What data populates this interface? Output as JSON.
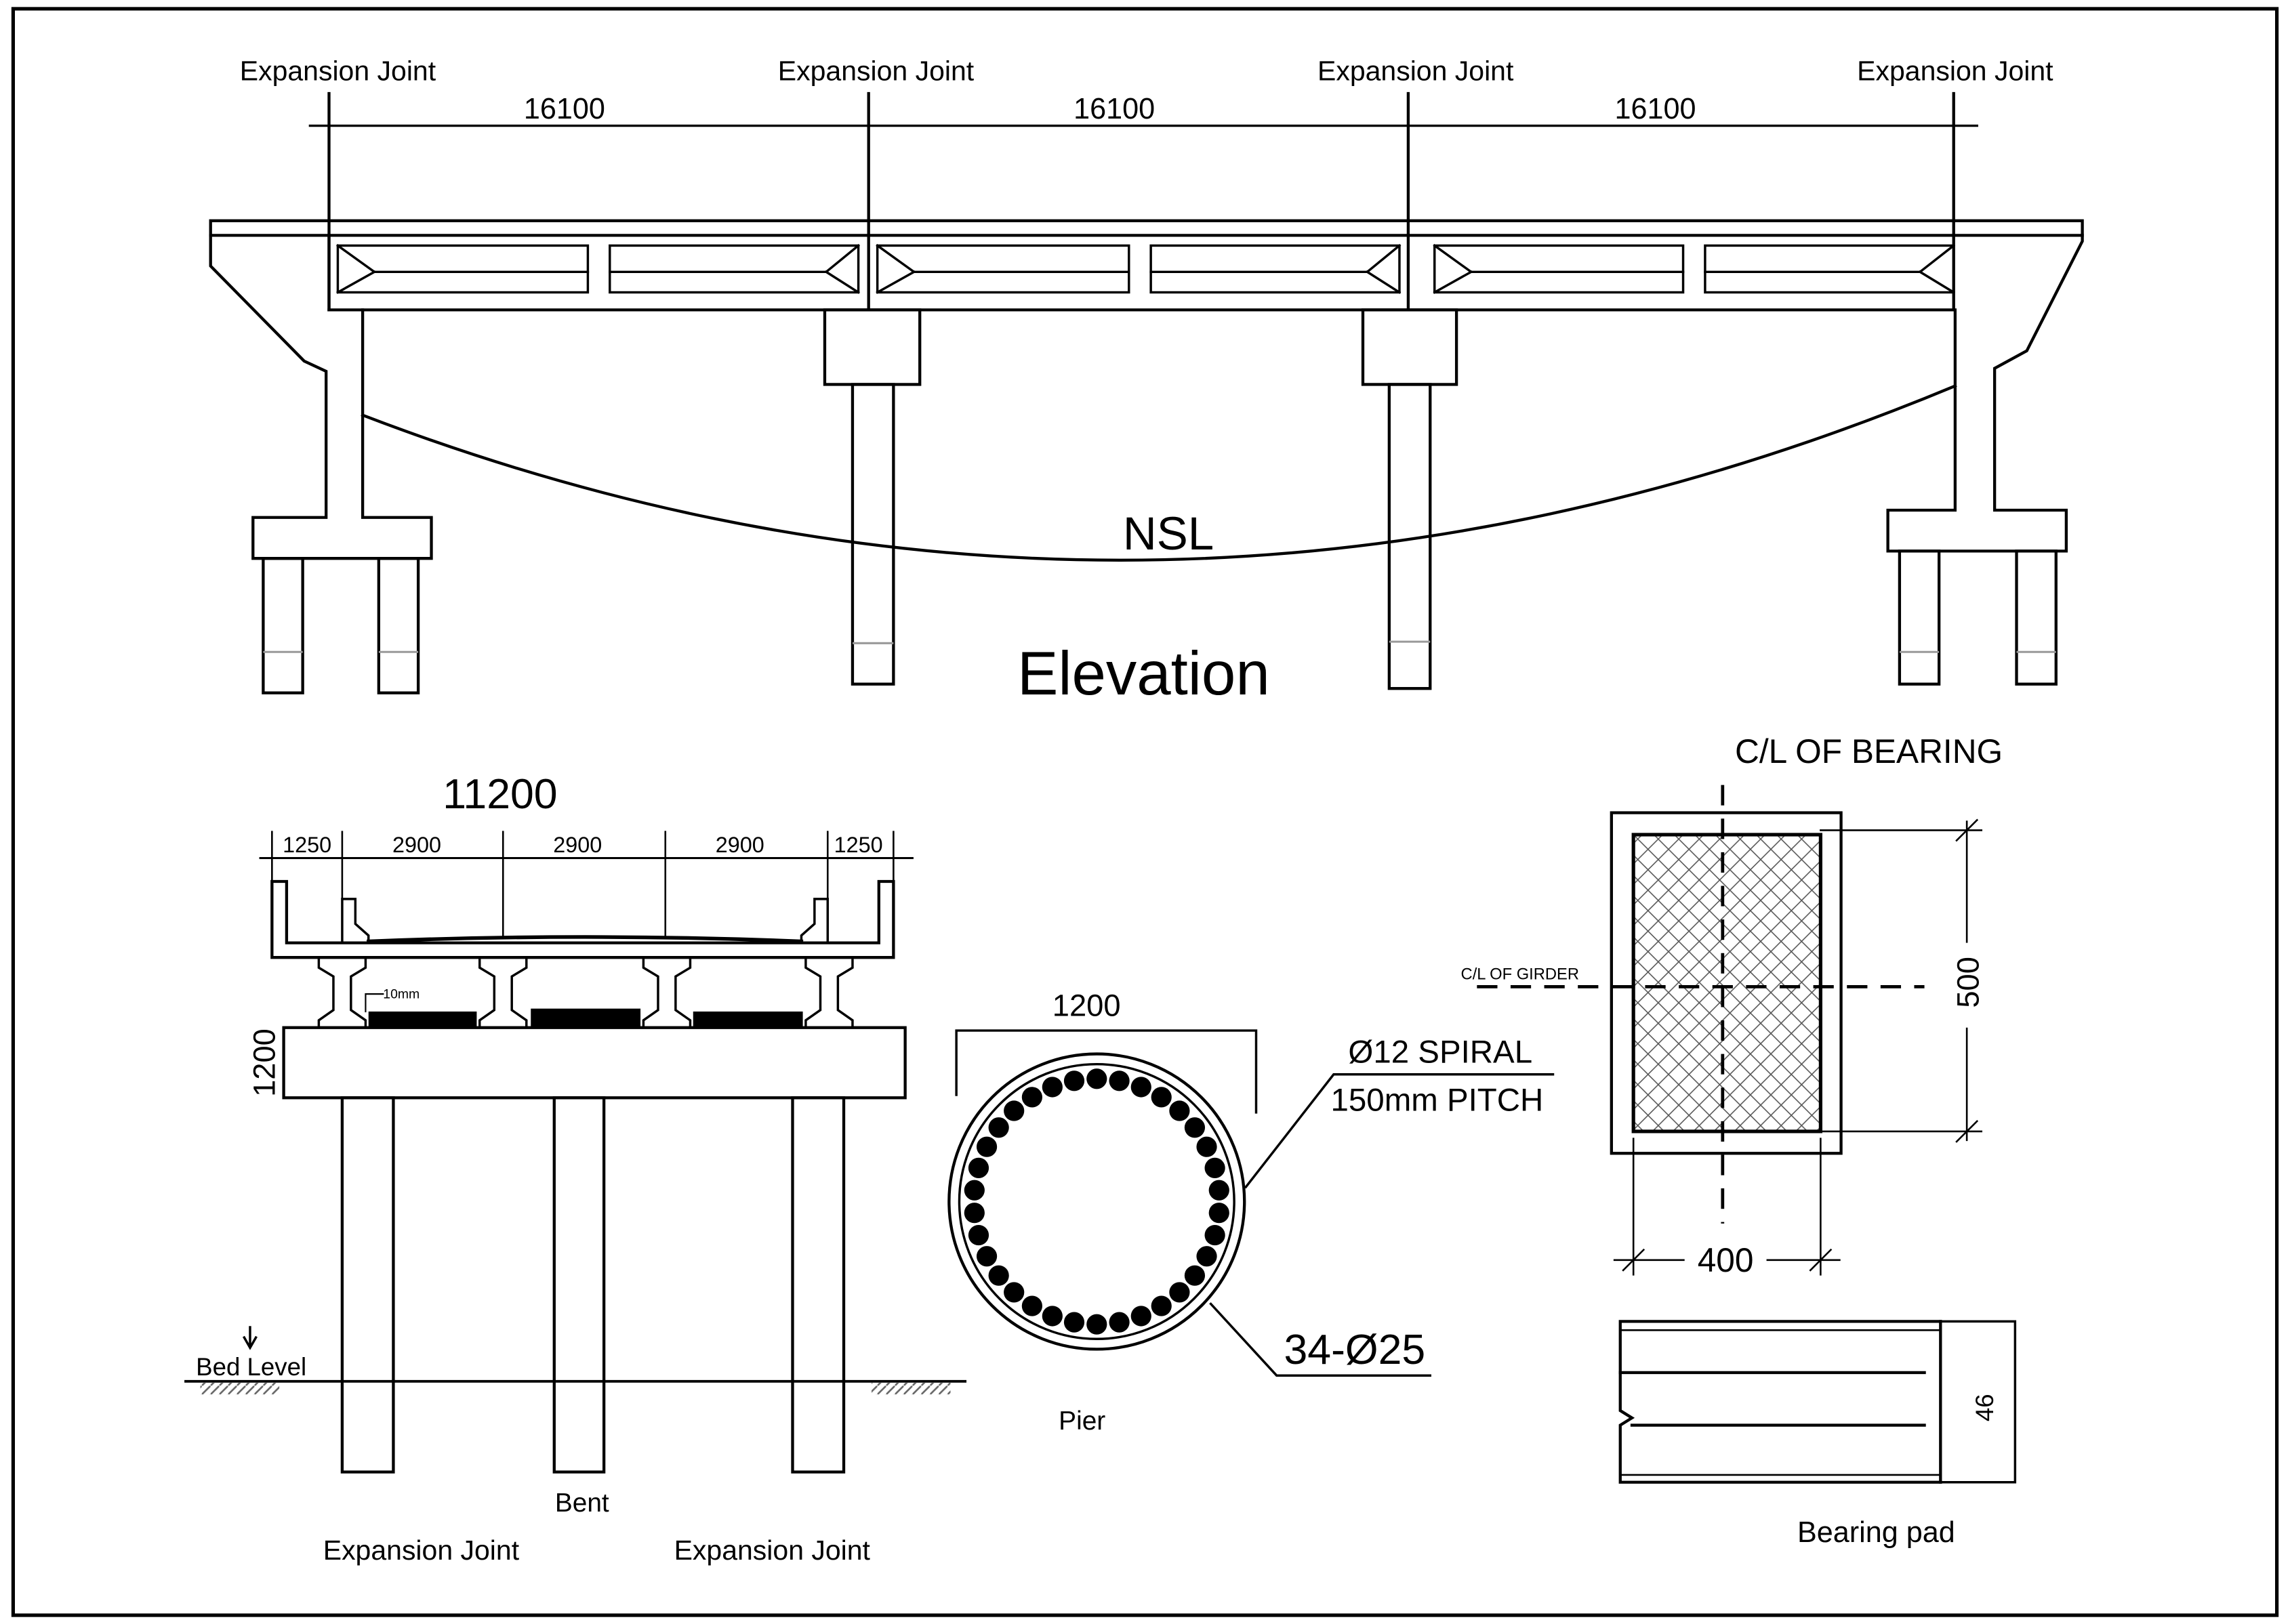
{
  "elevation": {
    "title": "Elevation",
    "ground_label": "NSL",
    "joint_label": "Expansion Joint",
    "span_labels": [
      "16100",
      "16100",
      "16100"
    ]
  },
  "cross_section": {
    "total_width": "11200",
    "segments": [
      "1250",
      "2900",
      "2900",
      "2900",
      "1250"
    ],
    "gap_note": "10mm",
    "cap_depth": "1200",
    "bed_level": "Bed Level",
    "bent_label": "Bent",
    "joint_left": "Expansion Joint",
    "joint_right": "Expansion Joint"
  },
  "pier": {
    "diameter": "1200",
    "spiral": "Ø12 SPIRAL",
    "pitch": "150mm PITCH",
    "main_bars": "34-Ø25",
    "caption": "Pier",
    "bar_count": 34
  },
  "bearing": {
    "cl_bearing": "C/L OF BEARING",
    "cl_girder": "C/L OF GIRDER",
    "length": "500",
    "width": "400",
    "pad_thickness": "46",
    "caption": "Bearing pad"
  }
}
